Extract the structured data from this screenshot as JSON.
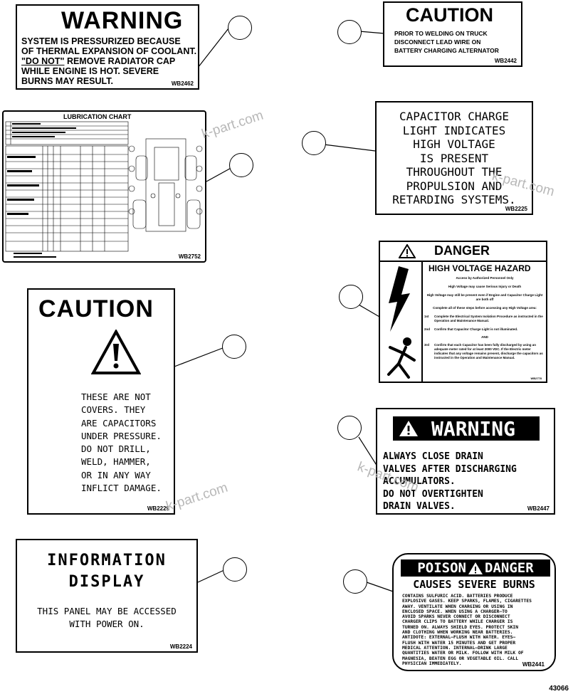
{
  "figure_number": "43066",
  "watermark": "k-part.com",
  "warning_coolant": {
    "title": "WARNING",
    "line1": "SYSTEM IS PRESSURIZED BECAUSE",
    "line2": "OF THERMAL EXPANSION OF COOLANT.",
    "line3_underlined": "\"DO NOT\"",
    "line3_rest": " REMOVE RADIATOR CAP",
    "line4": "WHILE ENGINE IS HOT. SEVERE",
    "line5": "BURNS MAY RESULT.",
    "code": "WB2462"
  },
  "caution_welding": {
    "title": "CAUTION",
    "line1": "PRIOR TO WELDING ON TRUCK",
    "line2": "DISCONNECT LEAD WIRE ON",
    "line3": "BATTERY CHARGING ALTERNATOR",
    "code": "WB2442"
  },
  "lubrication_chart": {
    "title": "LUBRICATION CHART",
    "code": "WB2752"
  },
  "capacitor_light": {
    "lines": [
      "CAPACITOR CHARGE",
      "LIGHT INDICATES",
      "HIGH VOLTAGE",
      "IS PRESENT",
      "THROUGHOUT THE",
      "PROPULSION AND",
      "RETARDING SYSTEMS."
    ],
    "code": "WB2225"
  },
  "danger_high_voltage": {
    "title": "DANGER",
    "subtitle": "HIGH VOLTAGE HAZARD",
    "access": "Access by Authorized Personnel Only",
    "injury": "High Voltage may cause Serious Injury or Death",
    "remain": "High Voltage may still be present even if Engine and Capacitor Charge Light are both off",
    "complete": "Complete all of these steps before accessing any High Voltage area:",
    "step1_num": "1st",
    "step1": "Complete the Electrical System Isolation Procedure as instructed in the Operation and Maintenance Manual.",
    "step2_num": "2nd",
    "step2": "Confirm that Capacitor Charge Light is not illuminated.",
    "and": "AND",
    "step3_num": "3rd",
    "step3": "Confirm that each Capacitor has been fully discharged by using an adequate meter rated for at least 2000 VDC. If the Electric meter indicates that any voltage remains present, discharge the capacitors as instructed in the Operation and Maintenance Manual.",
    "code": "WB2778"
  },
  "caution_capacitors": {
    "title": "CAUTION",
    "lines": [
      "THESE ARE NOT",
      "COVERS. THEY",
      "ARE CAPACITORS",
      "UNDER PRESSURE.",
      "DO NOT DRILL,",
      "WELD, HAMMER,",
      "OR IN ANY WAY",
      "INFLICT DAMAGE."
    ],
    "code": "WB2229"
  },
  "warning_drain": {
    "title": "WARNING",
    "lines": [
      "ALWAYS CLOSE DRAIN",
      "VALVES AFTER DISCHARGING",
      "ACCUMULATORS.",
      "DO NOT OVERTIGHTEN",
      "DRAIN VALVES."
    ],
    "code": "WB2447"
  },
  "information_display": {
    "title1": "INFORMATION",
    "title2": "DISPLAY",
    "line1": "THIS PANEL MAY BE ACCESSED",
    "line2": "WITH POWER ON.",
    "code": "WB2224"
  },
  "poison_danger": {
    "poison": "POISON",
    "danger": "DANGER",
    "subtitle": "CAUSES SEVERE BURNS",
    "lines": [
      "CONTAINS SULFURIC ACID. BATTERIES PRODUCE",
      "EXPLOSIVE GASES. KEEP SPARKS, FLAMES, CIGARETTES",
      "AWAY. VENTILATE WHEN CHARGING OR USING IN",
      "ENCLOSED SPACE. WHEN USING A CHARGER—TO",
      "AVOID SPARKS NEVER CONNECT OR DISCONNECT",
      "CHARGER CLIPS TO BATTERY WHILE CHARGER IS",
      "TURNED ON. ALWAYS SHIELD EYES. PROTECT SKIN",
      "AND CLOTHING WHEN WORKING NEAR BATTERIES.",
      "ANTIDOTE: EXTERNAL—FLUSH WITH WATER. EYES—",
      "FLUSH WITH WATER 15 MINUTES AND GET PROPER",
      "MEDICAL ATTENTION. INTERNAL—DRINK LARGE",
      "QUANTITIES WATER OR MILK. FOLLOW WITH MILK OF",
      "MAGNESIA, BEATEN EGG OR VEGETABLE OIL. CALL",
      "PHYSICIAN IMMEDIATELY."
    ],
    "code": "WB2441"
  }
}
